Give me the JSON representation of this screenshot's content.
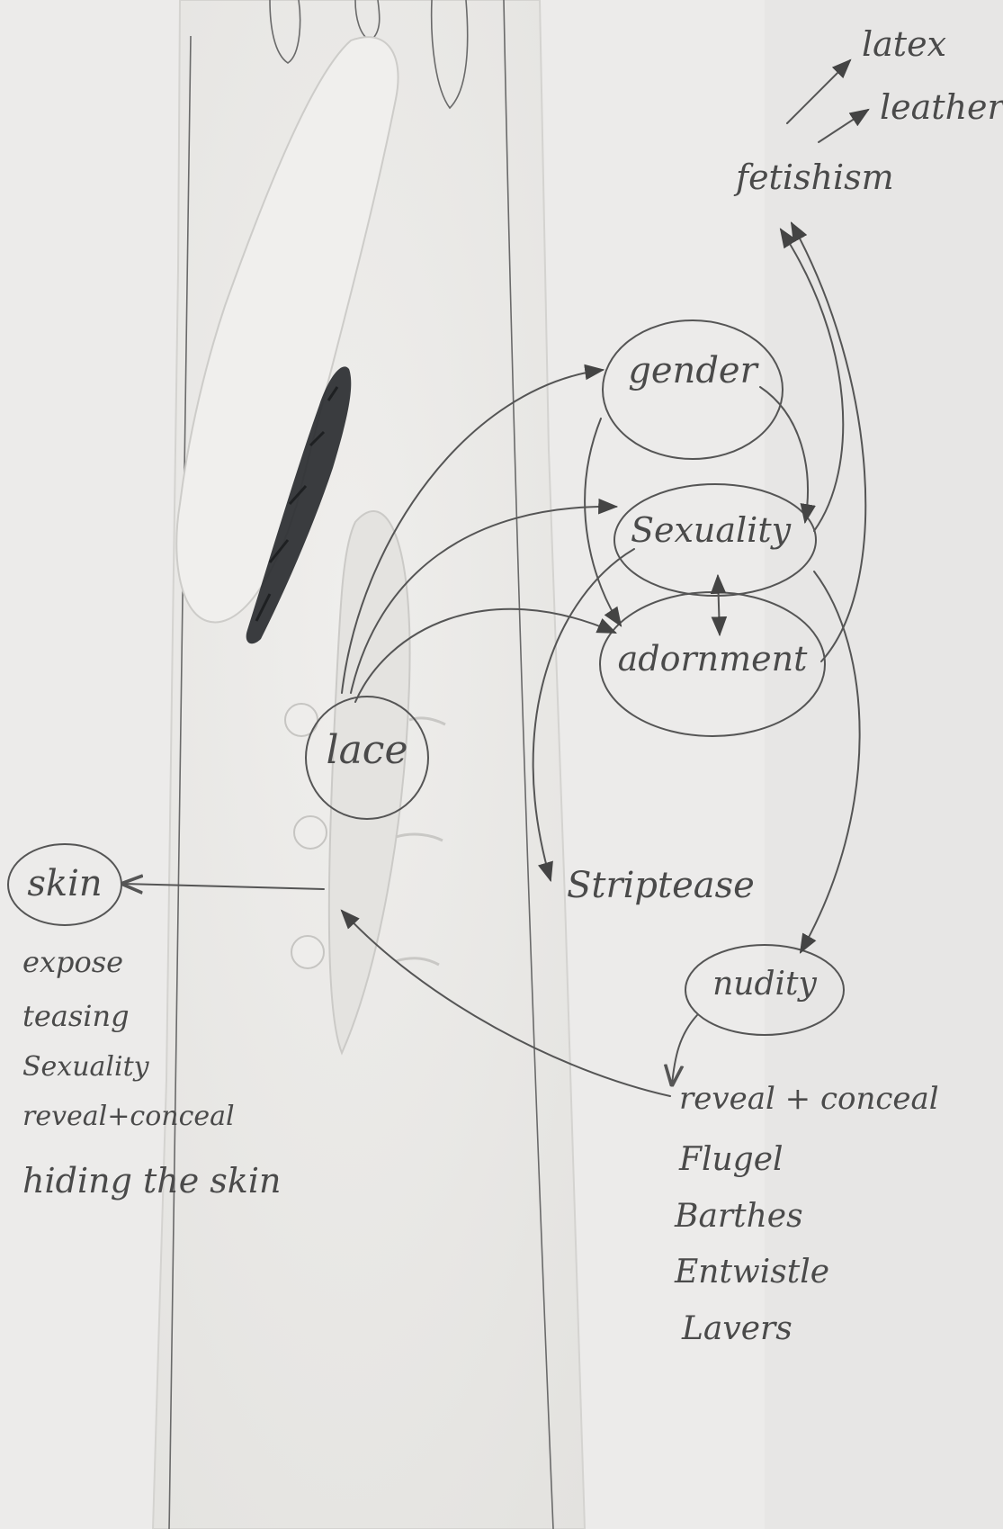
{
  "nodes": {
    "gender": "gender",
    "sexuality": "Sexuality",
    "adornment": "adornment",
    "lace": "lace",
    "skin": "skin",
    "nudity": "nudity",
    "fetishism": "fetishism",
    "latex": "latex",
    "leather": "leather",
    "striptease": "Striptease",
    "reveal_conceal": "reveal + conceal"
  },
  "skin_notes": [
    "expose",
    "teasing",
    "Sexuality",
    "reveal+conceal",
    "hiding the skin"
  ],
  "authors": [
    "Flugel",
    "Barthes",
    "Entwistle",
    "Lavers"
  ],
  "colors": {
    "paper": "#ecebea",
    "glove": "#e9e8e6",
    "pencil": "#555555",
    "fur": "#2a2d30"
  }
}
